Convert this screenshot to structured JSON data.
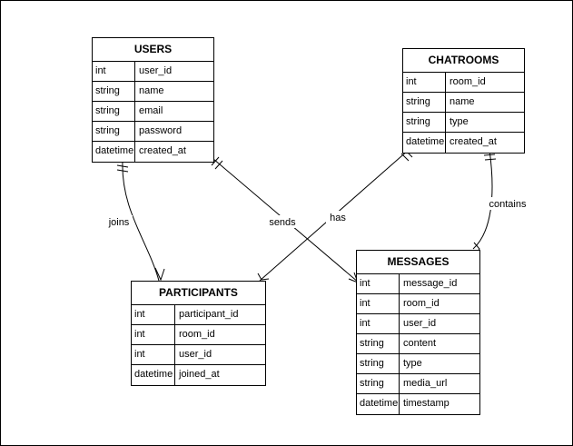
{
  "entities": [
    {
      "id": "users",
      "title": "USERS",
      "rows": [
        {
          "type": "int",
          "name": "user_id"
        },
        {
          "type": "string",
          "name": "name"
        },
        {
          "type": "string",
          "name": "email"
        },
        {
          "type": "string",
          "name": "password"
        },
        {
          "type": "datetime",
          "name": "created_at"
        }
      ]
    },
    {
      "id": "chatrooms",
      "title": "CHATROOMS",
      "rows": [
        {
          "type": "int",
          "name": "room_id"
        },
        {
          "type": "string",
          "name": "name"
        },
        {
          "type": "string",
          "name": "type"
        },
        {
          "type": "datetime",
          "name": "created_at"
        }
      ]
    },
    {
      "id": "participants",
      "title": "PARTICIPANTS",
      "rows": [
        {
          "type": "int",
          "name": "participant_id"
        },
        {
          "type": "int",
          "name": "room_id"
        },
        {
          "type": "int",
          "name": "user_id"
        },
        {
          "type": "datetime",
          "name": "joined_at"
        }
      ]
    },
    {
      "id": "messages",
      "title": "MESSAGES",
      "rows": [
        {
          "type": "int",
          "name": "message_id"
        },
        {
          "type": "int",
          "name": "room_id"
        },
        {
          "type": "int",
          "name": "user_id"
        },
        {
          "type": "string",
          "name": "content"
        },
        {
          "type": "string",
          "name": "type"
        },
        {
          "type": "string",
          "name": "media_url"
        },
        {
          "type": "datetime",
          "name": "timestamp"
        }
      ]
    }
  ],
  "relationships": [
    {
      "id": "joins",
      "label": "joins",
      "from": "users",
      "to": "participants",
      "from_card": "one",
      "to_card": "many"
    },
    {
      "id": "sends",
      "label": "sends",
      "from": "users",
      "to": "messages",
      "from_card": "one",
      "to_card": "many"
    },
    {
      "id": "has",
      "label": "has",
      "from": "chatrooms",
      "to": "participants",
      "from_card": "one",
      "to_card": "many"
    },
    {
      "id": "contains",
      "label": "contains",
      "from": "chatrooms",
      "to": "messages",
      "from_card": "one",
      "to_card": "many"
    }
  ]
}
